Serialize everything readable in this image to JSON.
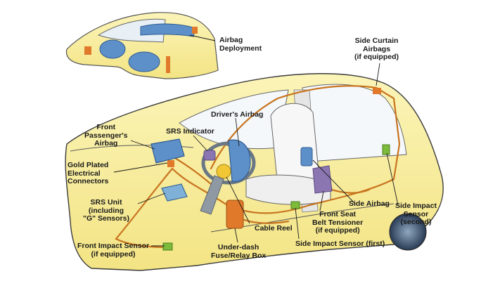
{
  "labels": {
    "airbag_deployment": "Airbag\nDeployment",
    "side_curtain_airbags": "Side Curtain\nAirbags\n(if equipped)",
    "drivers_airbag": "Driver's Airbag",
    "front_passenger_airbag": "Front\nPassenger's\nAirbag",
    "srs_indicator": "SRS Indicator",
    "gold_plated_connectors": "Gold Plated\nElectrical\nConnectors",
    "srs_unit": "SRS Unit\n(including\n\"G\" Sensors)",
    "front_impact_sensor": "Front Impact Sensor\n(if equipped)",
    "cable_reel": "Cable Reel",
    "under_dash_box": "Under-dash\nFuse/Relay Box",
    "side_impact_sensor_first": "Side Impact Sensor (first)",
    "front_seat_belt_tensioner": "Front Seat\nBelt Tensioner\n(if equipped)",
    "side_airbag": "Side Airbag",
    "side_impact_sensor_second": "Side Impact\nSensor\n(second)"
  },
  "colors": {
    "body_fill": "#f8ee9c",
    "body_outline": "#3b3b3b",
    "airbag_blue": "#5d8fc9",
    "wire_orange": "#c8741f",
    "connector_orange": "#e07a2a",
    "sensor_green": "#7dbb3a",
    "tensioner_purple": "#8b76b2",
    "gray_part": "#8f99a3"
  }
}
